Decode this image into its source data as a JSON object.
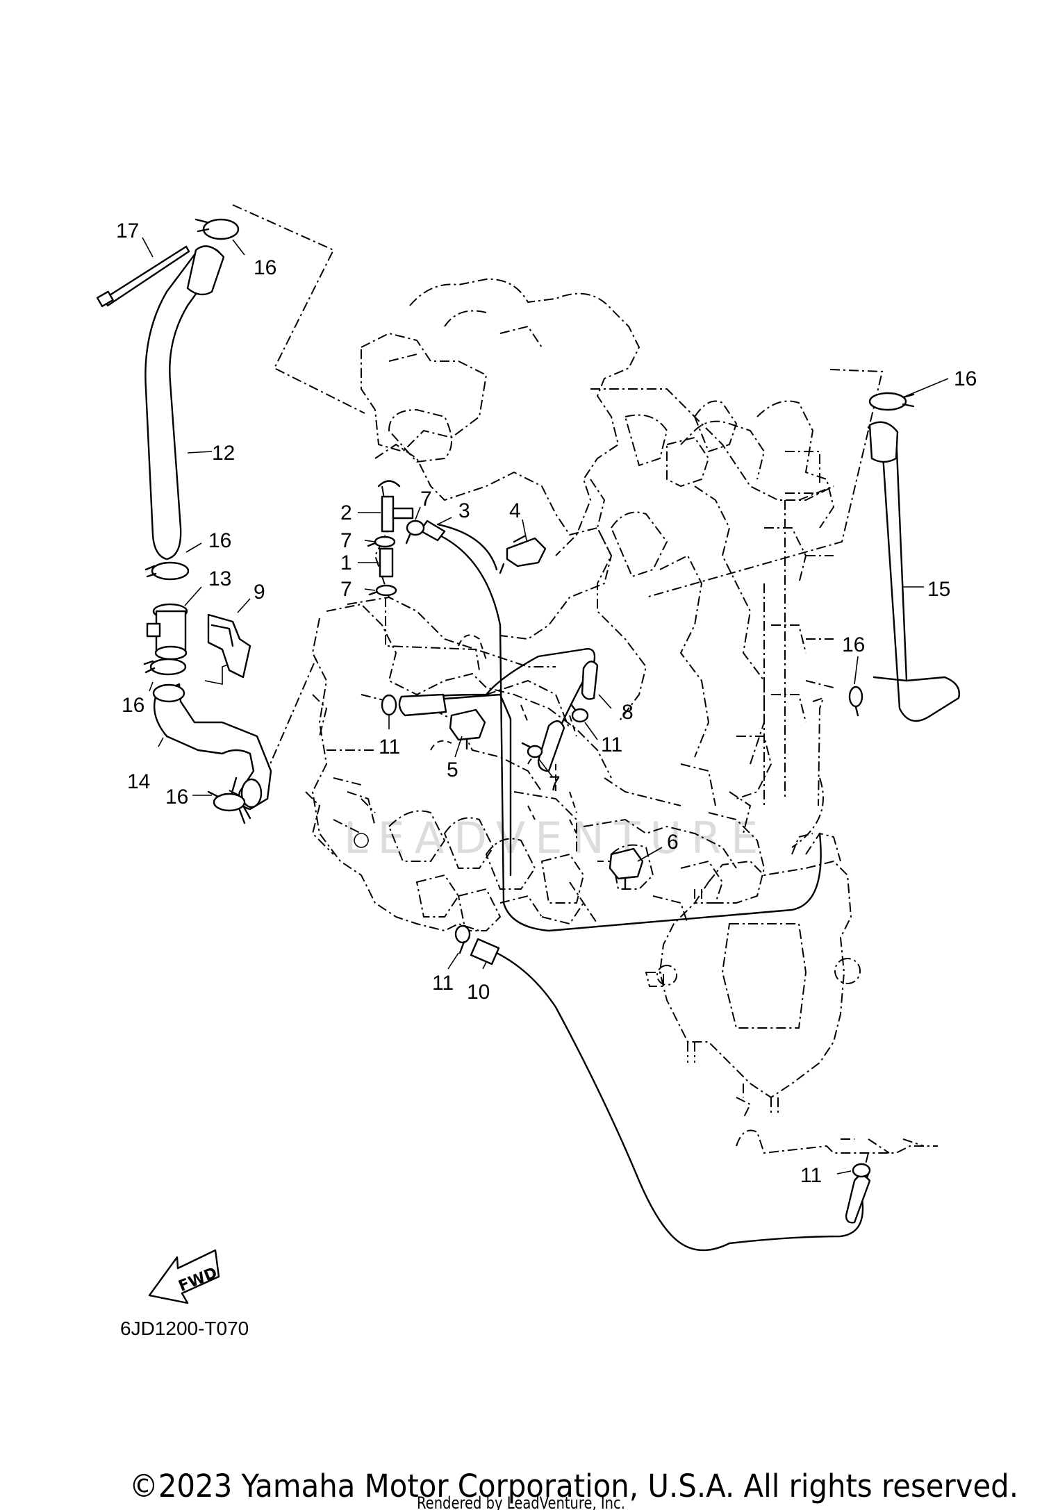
{
  "diagram": {
    "callouts": [
      {
        "id": "c17",
        "text": "17"
      },
      {
        "id": "c16a",
        "text": "16"
      },
      {
        "id": "c12",
        "text": "12"
      },
      {
        "id": "c16b",
        "text": "16"
      },
      {
        "id": "c13",
        "text": "13"
      },
      {
        "id": "c9",
        "text": "9"
      },
      {
        "id": "c16c",
        "text": "16"
      },
      {
        "id": "c14",
        "text": "14"
      },
      {
        "id": "c16d",
        "text": "16"
      },
      {
        "id": "c2",
        "text": "2"
      },
      {
        "id": "c7a",
        "text": "7"
      },
      {
        "id": "c3",
        "text": "3"
      },
      {
        "id": "c4",
        "text": "4"
      },
      {
        "id": "c7b",
        "text": "7"
      },
      {
        "id": "c1",
        "text": "1"
      },
      {
        "id": "c7c",
        "text": "7"
      },
      {
        "id": "c11a",
        "text": "11"
      },
      {
        "id": "c5",
        "text": "5"
      },
      {
        "id": "c8",
        "text": "8"
      },
      {
        "id": "c11b",
        "text": "11"
      },
      {
        "id": "c7d",
        "text": "7"
      },
      {
        "id": "c16e",
        "text": "16"
      },
      {
        "id": "c15",
        "text": "15"
      },
      {
        "id": "c16f",
        "text": "16"
      },
      {
        "id": "c6",
        "text": "6"
      },
      {
        "id": "c11c",
        "text": "11"
      },
      {
        "id": "c10",
        "text": "10"
      },
      {
        "id": "c11d",
        "text": "11"
      }
    ],
    "fwd_label": "FWD",
    "diagram_code": "6JD1200-T070",
    "watermark": "LEADVENTURE",
    "copyright": "©2023 Yamaha Motor Corporation, U.S.A. All rights reserved.",
    "rendered_by": "Rendered by LeadVenture, Inc."
  }
}
